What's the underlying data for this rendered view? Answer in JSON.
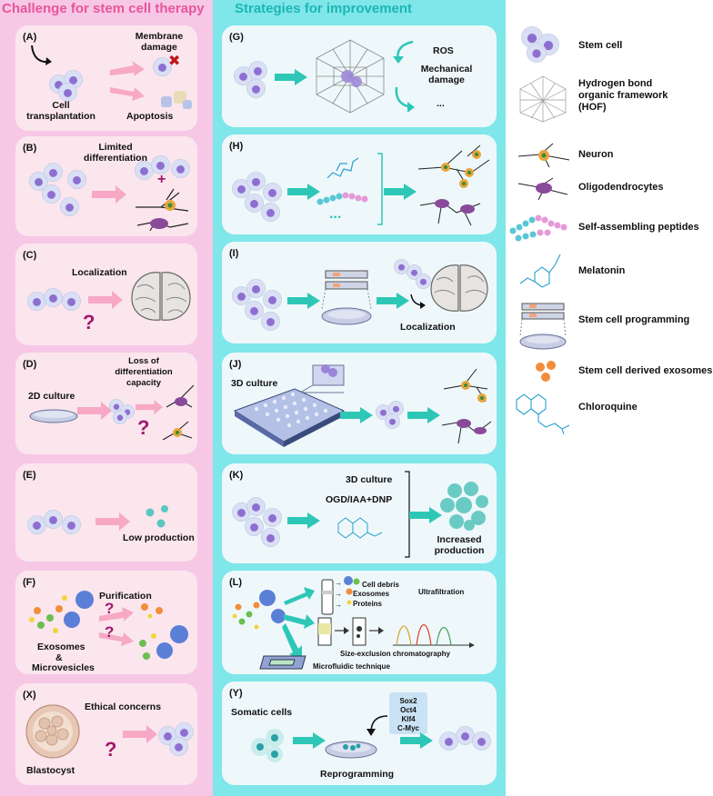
{
  "headers": {
    "challenges": "Challenge for stem cell therapy",
    "strategies": "Strategies for improvement"
  },
  "challenges": [
    {
      "label": "(A)",
      "texts": [
        "Cell transplantation",
        "Membrane damage",
        "Apoptosis"
      ]
    },
    {
      "label": "(B)",
      "texts": [
        "Limited differentiation"
      ]
    },
    {
      "label": "(C)",
      "texts": [
        "Localization"
      ]
    },
    {
      "label": "(D)",
      "texts": [
        "2D culture",
        "Loss of differentiation capacity"
      ]
    },
    {
      "label": "(E)",
      "texts": [
        "Low production"
      ]
    },
    {
      "label": "(F)",
      "texts": [
        "Purification",
        "Exosomes",
        "&",
        "Microvesicles"
      ]
    },
    {
      "label": "(X)",
      "texts": [
        "Ethical concerns",
        "Blastocyst"
      ]
    }
  ],
  "strategies": [
    {
      "label": "(G)",
      "texts": [
        "ROS",
        "Mechanical damage",
        "..."
      ]
    },
    {
      "label": "(H)",
      "texts": [
        "..."
      ]
    },
    {
      "label": "(I)",
      "texts": [
        "Localization"
      ]
    },
    {
      "label": "(J)",
      "texts": [
        "3D culture"
      ]
    },
    {
      "label": "(K)",
      "texts": [
        "3D culture",
        "OGD/IAA+DNP",
        "Increased production"
      ]
    },
    {
      "label": "(L)",
      "texts": [
        "Cell debris",
        "Exosomes",
        "Proteins",
        "Ultrafiltration",
        "Size-exclusion chromatography",
        "Microfluidic technique"
      ]
    },
    {
      "label": "(Y)",
      "texts": [
        "Somatic cells",
        "Sox2",
        "Oct4",
        "Klf4",
        "C-Myc",
        "Reprogramming"
      ]
    }
  ],
  "legend": [
    {
      "label": "Stem cell",
      "icon": "stem-cell-icon"
    },
    {
      "label": "Hydrogen bond organic framework (HOF)",
      "icon": "hof-icon"
    },
    {
      "label": "Neuron",
      "icon": "neuron-icon"
    },
    {
      "label": "Oligodendrocytes",
      "icon": "oligodendrocyte-icon"
    },
    {
      "label": "Self-assembling peptides",
      "icon": "peptide-icon"
    },
    {
      "label": "Melatonin",
      "icon": "melatonin-icon"
    },
    {
      "label": "Stem cell programming",
      "icon": "programming-icon"
    },
    {
      "label": "Stem cell derived exosomes",
      "icon": "exosome-icon"
    },
    {
      "label": "Chloroquine",
      "icon": "chloroquine-icon"
    }
  ],
  "colors": {
    "left_bg": "#f6c8e6",
    "mid_bg": "#7fe6ea",
    "pink_arrow": "#f7a8c4",
    "teal_arrow": "#2ec7b7",
    "question": "#a2186b"
  }
}
